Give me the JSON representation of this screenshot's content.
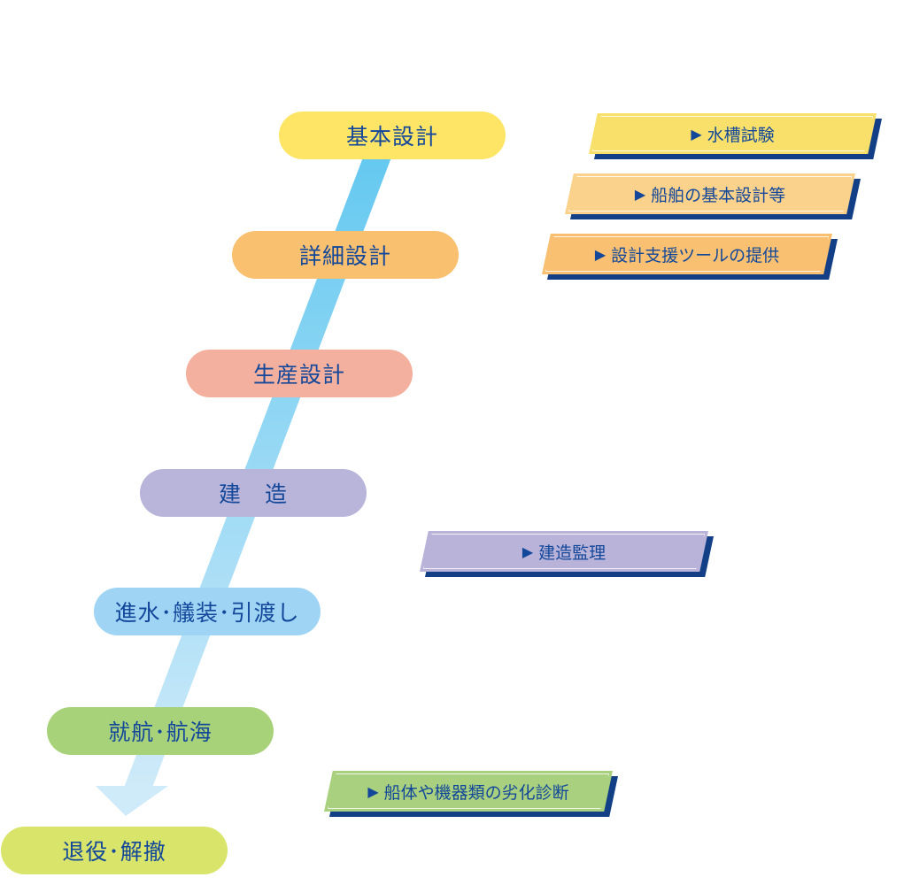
{
  "stages": [
    {
      "label": "基本設計",
      "color": "#ffe566"
    },
    {
      "label": "詳細設計",
      "color": "#f9c070"
    },
    {
      "label": "生産設計",
      "color": "#f4b09e"
    },
    {
      "label": "建　造",
      "color": "#b8b4da"
    },
    {
      "label": "進水･艤装･引渡し",
      "color": "#9fd4f5"
    },
    {
      "label": "就航･航海",
      "color": "#a8d27a"
    },
    {
      "label": "退役･解撤",
      "color": "#d8e46a"
    }
  ],
  "services": [
    {
      "label": "水槽試験",
      "color": "#f9e06a"
    },
    {
      "label": "船舶の基本設計等",
      "color": "#fbd28c"
    },
    {
      "label": "設計支援ツールの提供",
      "color": "#f8c070"
    },
    {
      "label": "建造監理",
      "color": "#b9b3d9"
    },
    {
      "label": "船体や機器類の劣化診断",
      "color": "#a9d07e"
    }
  ],
  "marker_glyph": "▶",
  "arrow_colors": {
    "top": "#64c8f0",
    "bottom": "#c8e8f8"
  },
  "shadow_color": "#123f86",
  "text_color": "#12479a"
}
